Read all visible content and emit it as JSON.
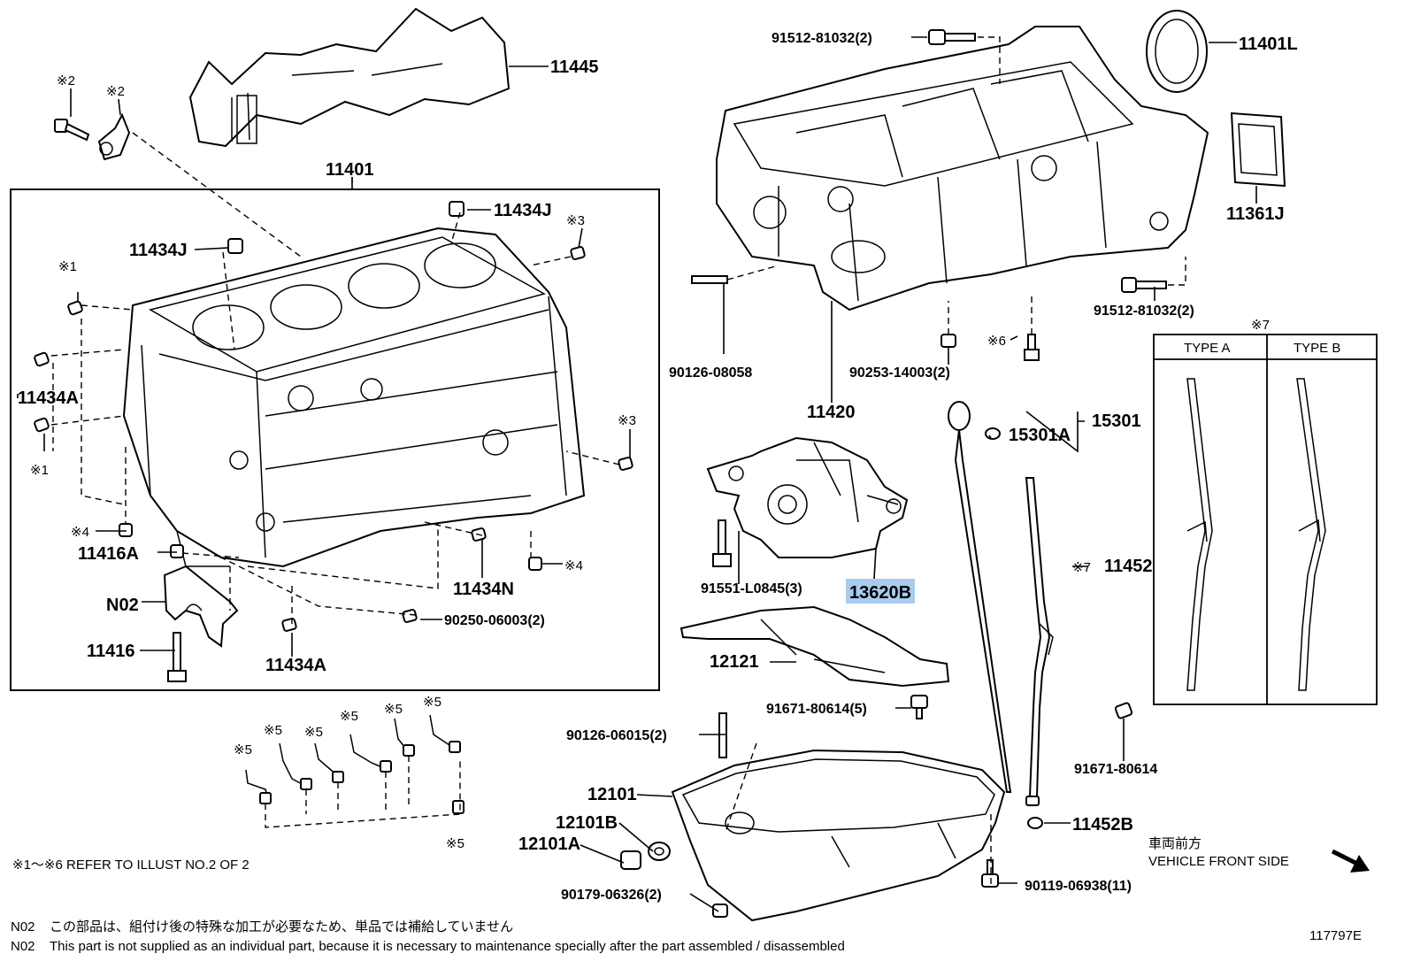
{
  "labels": {
    "p11445": "11445",
    "p11401": "11401",
    "p11434J_a": "11434J",
    "p11434J_b": "11434J",
    "p11434A_a": "11434A",
    "p11434A_b": "11434A",
    "p11416A": "11416A",
    "p11416": "11416",
    "pN02": "N02",
    "p11434N": "11434N",
    "p90250": "90250-06003(2)",
    "p91512_a": "91512-81032(2)",
    "p91512_b": "91512-81032(2)",
    "p11401L": "11401L",
    "p11361J": "11361J",
    "p90126_08058": "90126-08058",
    "p90253": "90253-14003(2)",
    "p11420": "11420",
    "p15301": "15301",
    "p15301A": "15301A",
    "p91551": "91551-L0845(3)",
    "p13620B": "13620B",
    "p11452": "11452",
    "p12121": "12121",
    "p91671_5": "91671-80614(5)",
    "p91671": "91671-80614",
    "p90126_06015": "90126-06015(2)",
    "p12101": "12101",
    "p12101B": "12101B",
    "p12101A": "12101A",
    "p90179": "90179-06326(2)",
    "p90119": "90119-06938(11)",
    "p11452B": "11452B"
  },
  "markers": {
    "m1": "※1",
    "m2": "※2",
    "m3": "※3",
    "m4": "※4",
    "m5": "※5",
    "m6": "※6",
    "m7": "※7"
  },
  "type_box": {
    "type_a": "TYPE A",
    "type_b": "TYPE B"
  },
  "direction": {
    "jp": "車両前方",
    "en": "VEHICLE FRONT SIDE"
  },
  "footer": {
    "refer": "※1～※6 REFER TO ILLUST NO.2 OF 2",
    "note_jp_prefix": "N02",
    "note_jp": "この部品は、組付け後の特殊な加工が必要なため、単品では補給していません",
    "note_en_prefix": "N02",
    "note_en": "This part is not supplied as an individual part, because it is necessary to maintenance specially after the part assembled / disassembled",
    "illust_id": "117797E"
  },
  "colors": {
    "highlight": "#a9cbef",
    "line": "#000000",
    "background": "#ffffff"
  }
}
